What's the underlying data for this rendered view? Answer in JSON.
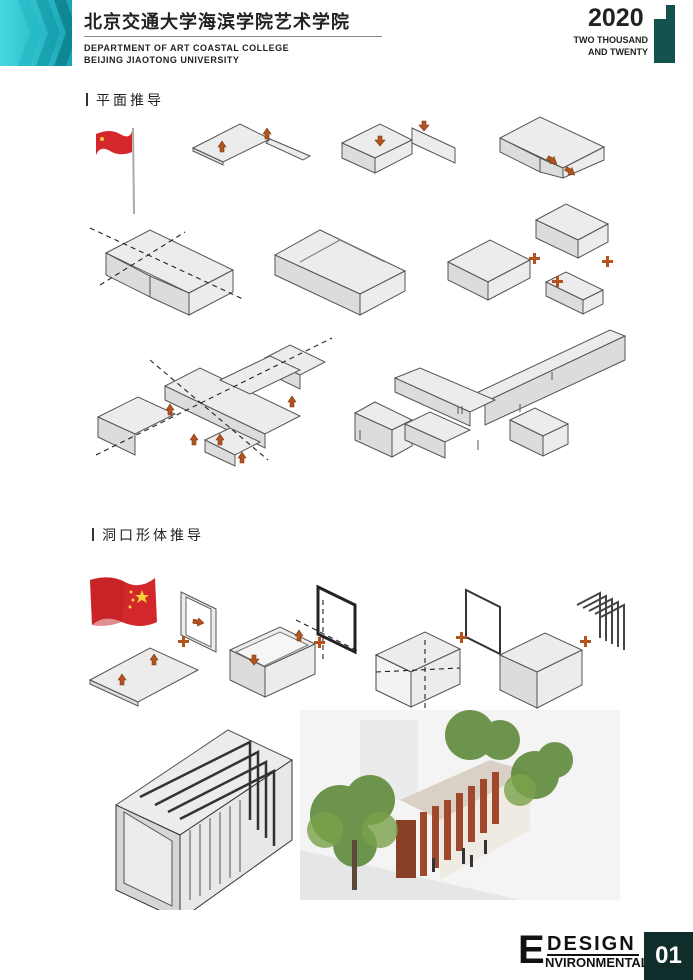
{
  "header": {
    "school_cn": "北京交通大学海滨学院艺术学院",
    "school_en_line1": "DEPARTMENT OF ART COASTAL COLLEGE",
    "school_en_line2": "BEIJING JIAOTONG UNIVERSITY",
    "year": "2020",
    "year_sub_line1": "TWO THOUSAND",
    "year_sub_line2": "AND TWENTY"
  },
  "sections": {
    "plan_derivation": "平面推导",
    "opening_form_derivation": "洞口形体推导"
  },
  "footer": {
    "big_letter": "E",
    "word1": "DESIGN",
    "word2": "NVIRONMENTAL",
    "page_number": "01"
  },
  "colors": {
    "accent_teal": "#14524d",
    "arrow_rust": "#b3541e",
    "flag_red": "#d3272b",
    "header_cyan": "#2ec4d0"
  }
}
